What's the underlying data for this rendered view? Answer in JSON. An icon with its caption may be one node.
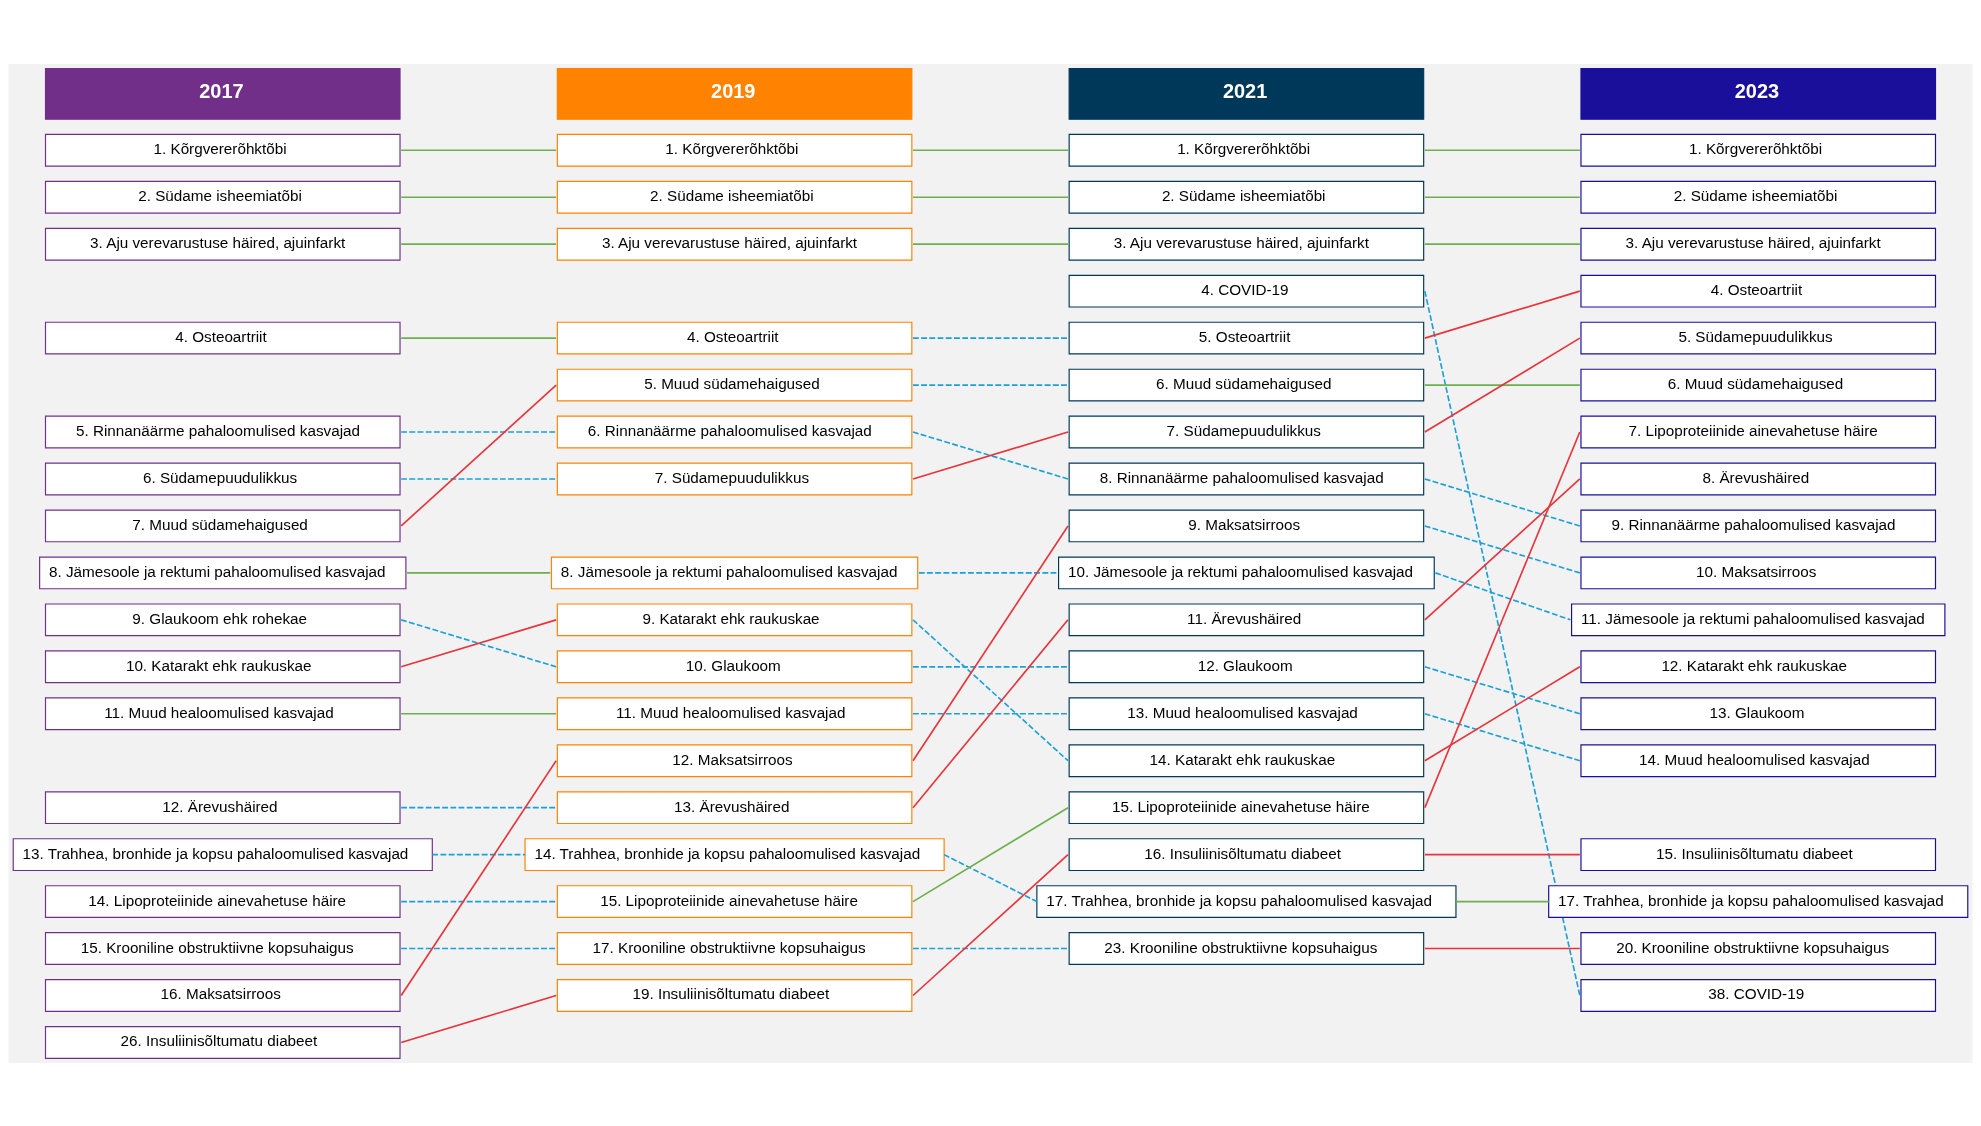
{
  "diagram": {
    "nodes": [
      {
        "text": [
          "2017"
        ]
      },
      {
        "text": [
          "1. Kõrgvererõhktõbi"
        ]
      },
      {
        "text": [
          "2. Südame isheemiatõbi"
        ]
      },
      {
        "text": [
          "3. Aju verevarustuse häired, ajuinfarkt"
        ]
      },
      {
        "text": [
          "4. Osteoartriit"
        ]
      },
      {
        "text": [
          "5. Rinnanäärme pahaloomulised kasvajad"
        ]
      },
      {
        "text": [
          "6. Südamepuudulikkus"
        ]
      },
      {
        "text": [
          "7. Muud südamehaigused"
        ]
      },
      {
        "text": [
          "8. Jämesoole ja rektumi pahaloomulised kasvajad"
        ]
      },
      {
        "text": [
          "9. Glaukoom ehk rohekae"
        ]
      },
      {
        "text": [
          "10. Katarakt ehk raukuskae"
        ]
      },
      {
        "text": [
          "11. Muud healoomulised kasvajad"
        ]
      },
      {
        "text": [
          "12. Ärevushäired"
        ]
      },
      {
        "text": [
          "13. Trahhea, bronhide ja kopsu pahaloomulised kasvajad"
        ]
      },
      {
        "text": [
          "14. Lipoproteiinide ainevahetuse häire"
        ]
      },
      {
        "text": [
          "15. Krooniline obstruktiivne kopsuhaigus"
        ]
      },
      {
        "text": [
          "16. Maksatsirroos"
        ]
      },
      {
        "text": [
          "26. Insuliinisõltumatu diabeet"
        ]
      },
      {
        "text": [
          "2019"
        ]
      },
      {
        "text": [
          "1. Kõrgvererõhktõbi"
        ]
      },
      {
        "text": [
          "2. Südame isheemiatõbi"
        ]
      },
      {
        "text": [
          "3. Aju verevarustuse häired, ajuinfarkt"
        ]
      },
      {
        "text": [
          "4. Osteoartriit"
        ]
      },
      {
        "text": [
          "5. Muud südamehaigused"
        ]
      },
      {
        "text": [
          "6. Rinnanäärme pahaloomulised kasvajad"
        ]
      },
      {
        "text": [
          "7. Südamepuudulikkus"
        ]
      },
      {
        "text": [
          "8. Jämesoole ja rektumi pahaloomulised kasvajad"
        ]
      },
      {
        "text": [
          "9. Katarakt ehk raukuskae"
        ]
      },
      {
        "text": [
          "10. Glaukoom"
        ]
      },
      {
        "text": [
          "11. Muud healoomulised kasvajad"
        ]
      },
      {
        "text": [
          "12. Maksatsirroos"
        ]
      },
      {
        "text": [
          "13. Ärevushäired"
        ]
      },
      {
        "text": [
          "14. Trahhea, bronhide ja kopsu pahaloomulised kasvajad"
        ]
      },
      {
        "text": [
          "15. Lipoproteiinide ainevahetuse häire"
        ]
      },
      {
        "text": [
          "17. Krooniline obstruktiivne kopsuhaigus"
        ]
      },
      {
        "text": [
          "19. Insuliinisõltumatu diabeet"
        ]
      },
      {
        "text": [
          "2021"
        ]
      },
      {
        "text": [
          "1. Kõrgvererõhktõbi"
        ]
      },
      {
        "text": [
          "2. Südame isheemiatõbi"
        ]
      },
      {
        "text": [
          "3. Aju verevarustuse häired, ajuinfarkt"
        ]
      },
      {
        "text": [
          "4. COVID-19"
        ]
      },
      {
        "text": [
          "5. Osteoartriit"
        ]
      },
      {
        "text": [
          "6. Muud südamehaigused"
        ]
      },
      {
        "text": [
          "7. Südamepuudulikkus"
        ]
      },
      {
        "text": [
          "8. Rinnanäärme pahaloomulised kasvajad"
        ]
      },
      {
        "text": [
          "9. Maksatsirroos"
        ]
      },
      {
        "text": [
          "10. Jämesoole ja rektumi pahaloomulised kasvajad"
        ]
      },
      {
        "text": [
          "11. Ärevushäired"
        ]
      },
      {
        "text": [
          "12. Glaukoom"
        ]
      },
      {
        "text": [
          "13. Muud healoomulised kasvajad"
        ]
      },
      {
        "text": [
          "14. Katarakt ehk raukuskae"
        ]
      },
      {
        "text": [
          "15. Lipoproteiinide ainevahetuse häire"
        ]
      },
      {
        "text": [
          "16. Insuliinisõltumatu diabeet"
        ]
      },
      {
        "text": [
          "17. Trahhea, bronhide ja kopsu pahaloomulised kasvajad"
        ]
      },
      {
        "text": [
          "23. Krooniline obstruktiivne kopsuhaigus"
        ]
      },
      {
        "text": [
          "2023"
        ]
      },
      {
        "text": [
          "1. Kõrgvererõhktõbi"
        ]
      },
      {
        "text": [
          "2. Südame isheemiatõbi"
        ]
      },
      {
        "text": [
          "3. Aju verevarustuse häired, ajuinfarkt"
        ]
      },
      {
        "text": [
          "4. Osteoartriit"
        ]
      },
      {
        "text": [
          "5. Südamepuudulikkus"
        ]
      },
      {
        "text": [
          "6. Muud südamehaigused"
        ]
      },
      {
        "text": [
          "7. Lipoproteiinide ainevahetuse häire"
        ]
      },
      {
        "text": [
          "8. Ärevushäired"
        ]
      },
      {
        "text": [
          "9. Rinnanäärme pahaloomulised kasvajad"
        ]
      },
      {
        "text": [
          "10. Maksatsirroos"
        ]
      },
      {
        "text": [
          "11. Jämesoole ja rektumi pahaloomulised kasvajad"
        ]
      },
      {
        "text": [
          "12. Katarakt ehk raukuskae"
        ]
      },
      {
        "text": [
          "13. Glaukoom"
        ]
      },
      {
        "text": [
          "14. Muud healoomulised kasvajad"
        ]
      },
      {
        "text": [
          "15. Insuliinisõltumatu diabeet"
        ]
      },
      {
        "text": [
          "17. Trahhea, bronhide ja kopsu pahaloomulised kasvajad"
        ]
      },
      {
        "text": [
          "20. Krooniline obstruktiivne kopsuhaigus"
        ]
      },
      {
        "text": [
          "38. COVID-19"
        ]
      }
    ],
    "edges": [
      {
        "from": 1,
        "to": 19,
        "arrow": "none",
        "color": "#6ab04c"
      },
      {
        "from": 2,
        "to": 20,
        "arrow": "none",
        "color": "#6ab04c"
      },
      {
        "from": 3,
        "to": 21,
        "arrow": "none",
        "color": "#6ab04c"
      },
      {
        "from": 4,
        "to": 22,
        "arrow": "none",
        "color": "#6ab04c"
      },
      {
        "from": 5,
        "to": 24,
        "arrow": "none",
        "style": "dashed"
      },
      {
        "from": 6,
        "to": 25,
        "arrow": "none",
        "style": "dashed"
      },
      {
        "from": 7,
        "to": 23,
        "arrow": "none",
        "color": "#e8333a"
      },
      {
        "from": 8,
        "to": 26,
        "arrow": "none",
        "color": "#6ab04c"
      },
      {
        "from": 9,
        "to": 28,
        "arrow": "none",
        "style": "dashed"
      },
      {
        "from": 10,
        "to": 27,
        "arrow": "none",
        "color": "#e8333a"
      },
      {
        "from": 11,
        "to": 29,
        "arrow": "none",
        "color": "#6ab04c"
      },
      {
        "from": 12,
        "to": 31,
        "arrow": "none",
        "style": "dashed"
      },
      {
        "from": 13,
        "to": 32,
        "arrow": "none",
        "style": "dashed"
      },
      {
        "from": 14,
        "to": 33,
        "arrow": "none",
        "style": "dashed"
      },
      {
        "from": 15,
        "to": 34,
        "arrow": "none",
        "style": "dashed"
      },
      {
        "from": 16,
        "to": 30,
        "arrow": "none",
        "color": "#e8333a"
      },
      {
        "from": 17,
        "to": 35,
        "arrow": "none",
        "color": "#e8333a"
      },
      {
        "from": 19,
        "to": 37,
        "arrow": "none",
        "color": "#6ab04c"
      },
      {
        "from": 20,
        "to": 38,
        "arrow": "none",
        "color": "#6ab04c"
      },
      {
        "from": 21,
        "to": 39,
        "arrow": "none",
        "color": "#6ab04c"
      },
      {
        "from": 22,
        "to": 41,
        "arrow": "none",
        "style": "dashed"
      },
      {
        "from": 23,
        "to": 42,
        "arrow": "none",
        "style": "dashed"
      },
      {
        "from": 24,
        "to": 44,
        "arrow": "none",
        "style": "dashed"
      },
      {
        "from": 25,
        "to": 43,
        "arrow": "none",
        "color": "#e8333a"
      },
      {
        "from": 26,
        "to": 46,
        "arrow": "none",
        "style": "dashed"
      },
      {
        "from": 27,
        "to": 50,
        "arrow": "none",
        "style": "dashed"
      },
      {
        "from": 28,
        "to": 48,
        "arrow": "none",
        "style": "dashed"
      },
      {
        "from": 29,
        "to": 49,
        "arrow": "none",
        "style": "dashed"
      },
      {
        "from": 30,
        "to": 45,
        "arrow": "none",
        "color": "#e8333a"
      },
      {
        "from": 31,
        "to": 47,
        "arrow": "none",
        "color": "#e8333a"
      },
      {
        "from": 32,
        "to": 53,
        "arrow": "none",
        "style": "dashed"
      },
      {
        "from": 33,
        "to": 51,
        "arrow": "none",
        "color": "#6ab04c"
      },
      {
        "from": 34,
        "to": 54,
        "arrow": "none",
        "style": "dashed"
      },
      {
        "from": 35,
        "to": 52,
        "arrow": "none",
        "color": "#e8333a"
      },
      {
        "from": 37,
        "to": 56,
        "arrow": "none",
        "color": "#6ab04c"
      },
      {
        "from": 38,
        "to": 57,
        "arrow": "none",
        "color": "#6ab04c"
      },
      {
        "from": 39,
        "to": 58,
        "arrow": "none",
        "color": "#6ab04c"
      },
      {
        "from": 40,
        "to": 73,
        "arrow": "none",
        "style": "dashed"
      },
      {
        "from": 41,
        "to": 59,
        "arrow": "none",
        "color": "#e8333a"
      },
      {
        "from": 42,
        "to": 61,
        "arrow": "none",
        "color": "#6ab04c"
      },
      {
        "from": 43,
        "to": 60,
        "arrow": "none",
        "color": "#e8333a"
      },
      {
        "from": 44,
        "to": 64,
        "arrow": "none",
        "style": "dashed"
      },
      {
        "from": 45,
        "to": 65,
        "arrow": "none",
        "style": "dashed"
      },
      {
        "from": 46,
        "to": 66,
        "arrow": "none",
        "style": "dashed"
      },
      {
        "from": 47,
        "to": 63,
        "arrow": "none",
        "color": "#e8333a"
      },
      {
        "from": 48,
        "to": 68,
        "arrow": "none",
        "style": "dashed"
      },
      {
        "from": 49,
        "to": 69,
        "arrow": "none",
        "style": "dashed"
      },
      {
        "from": 50,
        "to": 67,
        "arrow": "none",
        "color": "#e8333a"
      },
      {
        "from": 51,
        "to": 62,
        "arrow": "none",
        "color": "#e8333a"
      },
      {
        "from": 52,
        "to": 70,
        "arrow": "none",
        "color": "#e8333a"
      },
      {
        "from": 53,
        "to": 71,
        "arrow": "none",
        "color": "#6ab04c"
      },
      {
        "from": 54,
        "to": 72,
        "arrow": "none",
        "color": "#e8333a"
      }
    ]
  }
}
